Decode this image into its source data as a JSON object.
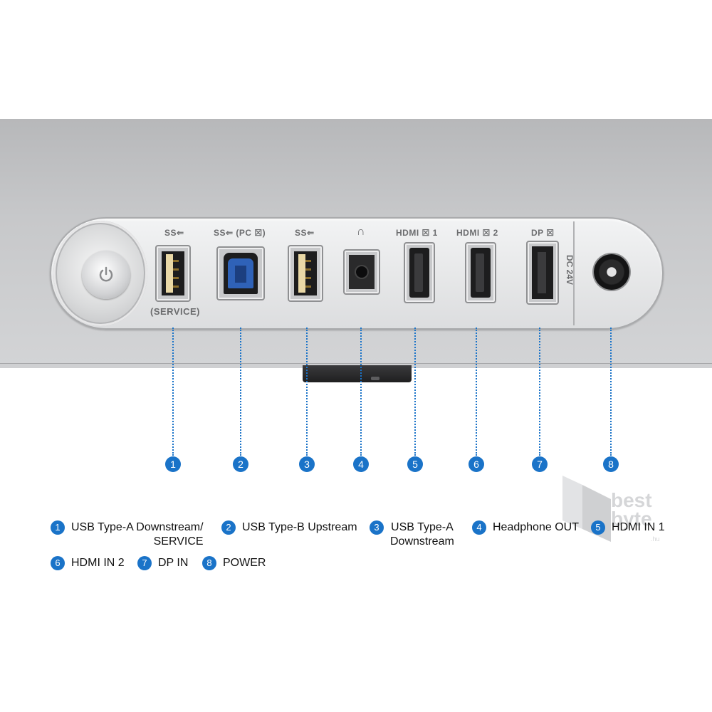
{
  "port_labels": {
    "usb_service_top": "SS⇐",
    "usb_service_bottom": "(SERVICE)",
    "usb_b_top": "SS⇐ (PC ☒)",
    "usb_a2_top": "SS⇐",
    "headphone_top": "∩",
    "hdmi1_top": "HDMI ☒ 1",
    "hdmi2_top": "HDMI ☒ 2",
    "dp_top": "DP ☒",
    "dc_label": "DC 24V"
  },
  "callouts": [
    "1",
    "2",
    "3",
    "4",
    "5",
    "6",
    "7",
    "8"
  ],
  "legend": [
    {
      "num": "1",
      "text": "USB Type-A Downstream/\nSERVICE"
    },
    {
      "num": "2",
      "text": "USB Type-B Upstream"
    },
    {
      "num": "3",
      "text": "USB Type-A\nDownstream"
    },
    {
      "num": "4",
      "text": "Headphone OUT"
    },
    {
      "num": "5",
      "text": "HDMI IN 1"
    },
    {
      "num": "6",
      "text": "HDMI IN 2"
    },
    {
      "num": "7",
      "text": "DP IN"
    },
    {
      "num": "8",
      "text": "POWER"
    }
  ],
  "watermark": {
    "line1": "best",
    "line2": "byte",
    "tld": ".hu"
  },
  "colors": {
    "accent": "#1a73c8",
    "usb_b_blue": "#2f62b8"
  },
  "icons": [
    "power-icon",
    "usb-icon",
    "headphone-icon"
  ]
}
